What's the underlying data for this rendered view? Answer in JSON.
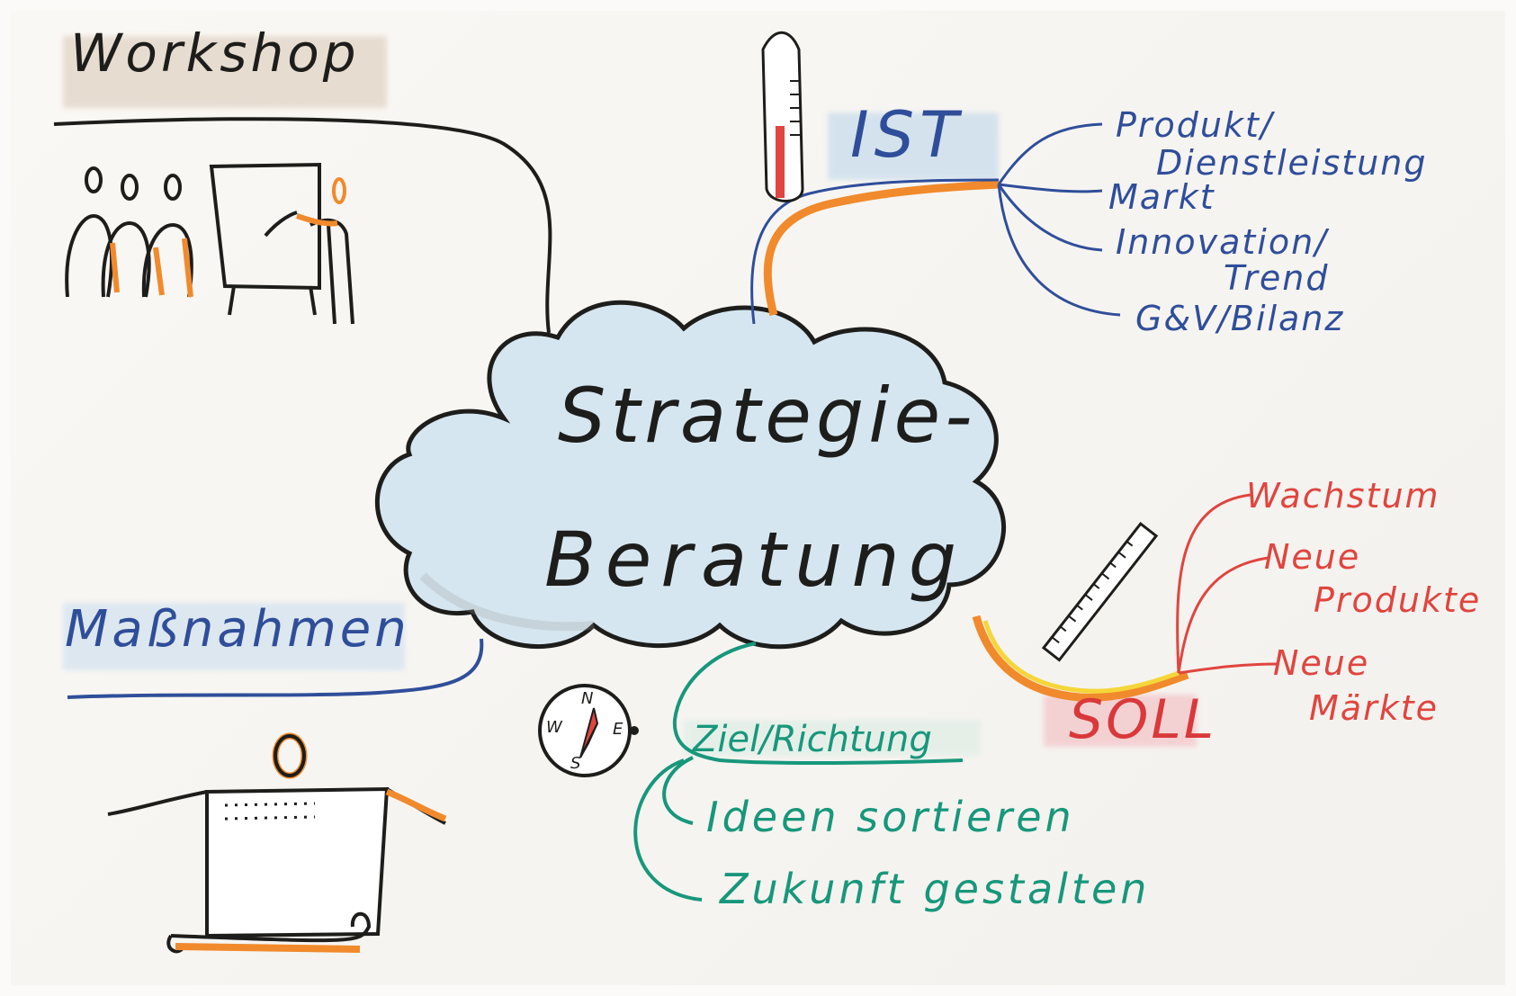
{
  "center": {
    "line1": "Strategie-",
    "line2": "Beratung"
  },
  "workshop": {
    "title": "Workshop"
  },
  "ist": {
    "title": "IST",
    "items": [
      "Produkt/",
      "Dienstleistung",
      "Markt",
      "Innovation/",
      "Trend",
      "G&V/Bilanz"
    ]
  },
  "soll": {
    "title": "SOLL",
    "items": [
      "Wachstum",
      "Neue",
      "Produkte",
      "Neue",
      "Märkte"
    ]
  },
  "massnahmen": {
    "title": "Maßnahmen"
  },
  "ziel": {
    "title": "Ziel/Richtung",
    "items": [
      "Ideen sortieren",
      "Zukunft gestalten"
    ]
  },
  "compass": {
    "n": "N",
    "e": "E",
    "s": "S",
    "w": "W"
  },
  "colors": {
    "ink": "#1d1d1b",
    "blue": "#2f4e9a",
    "red": "#e0453f",
    "green": "#17977c",
    "orange": "#f08a2c",
    "yellow": "#f4d63a",
    "cloud_fill": "#d6e6f0"
  }
}
